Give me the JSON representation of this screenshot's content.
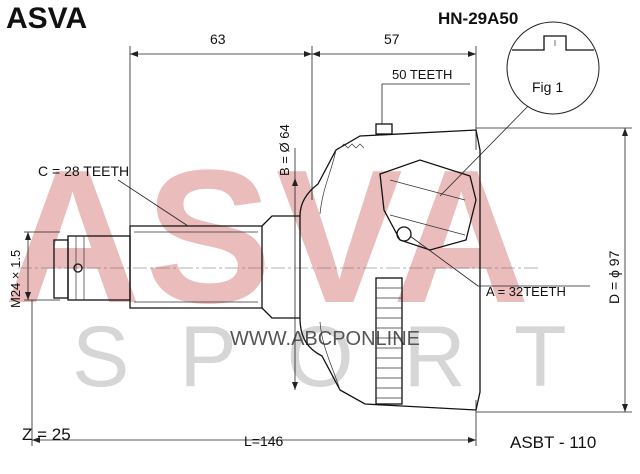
{
  "brand": "ASVA",
  "part_number": "HN-29A50",
  "watermark": {
    "main": "ASVA",
    "sport": "SPORT",
    "url": "WWW.ABCPONLINE"
  },
  "dimensions": {
    "top_left": "63",
    "top_right": "57",
    "teeth_50": "50 TEETH",
    "b_dia": "B = Ø 64",
    "c_teeth": "C = 28 TEETH",
    "thread": "M24 × 1.5",
    "a_teeth": "A = 32TEETH",
    "d_dia": "D = ϕ 97",
    "length": "L=146"
  },
  "fig_label": "Fig 1",
  "z_value": "Z = 25",
  "reference": "ASBT - 110",
  "colors": {
    "watermark_red": "#e8b4b4",
    "watermark_gray": "#d0d0d0",
    "line": "#111111"
  }
}
